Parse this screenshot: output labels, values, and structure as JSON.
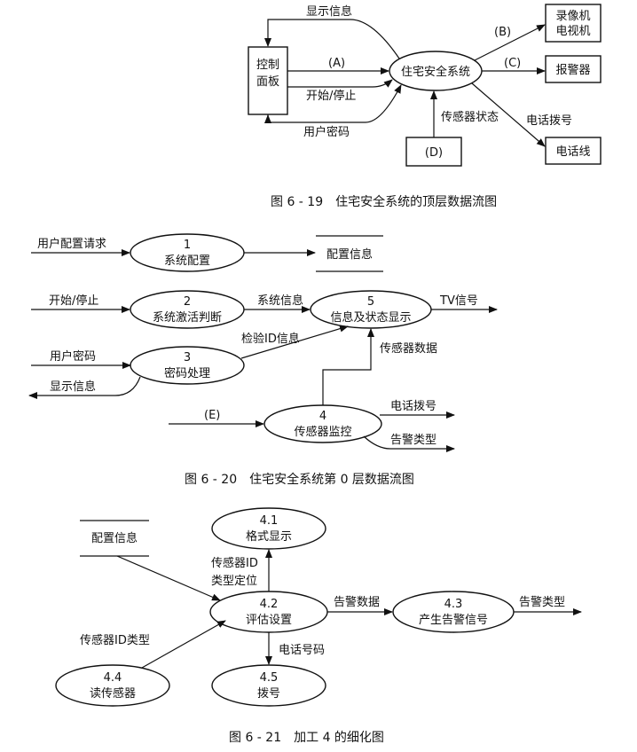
{
  "fig19": {
    "caption": "图 6 - 19　住宅安全系统的顶层数据流图",
    "center": "住宅安全系统",
    "control_panel": [
      "控制",
      "面板"
    ],
    "vcr_tv": [
      "录像机",
      "电视机"
    ],
    "alarm": "报警器",
    "phone_line": "电话线",
    "d_box": "(D)",
    "flow_display": "显示信息",
    "flow_a": "(A)",
    "flow_startstop": "开始/停止",
    "flow_password": "用户密码",
    "flow_b": "(B)",
    "flow_c": "(C)",
    "flow_sensor_state": "传感器状态",
    "flow_dial": "电话拨号"
  },
  "fig20": {
    "caption": "图 6 - 20　住宅安全系统第 0 层数据流图",
    "p1_num": "1",
    "p1_name": "系统配置",
    "p2_num": "2",
    "p2_name": "系统激活判断",
    "p3_num": "3",
    "p3_name": "密码处理",
    "p4_num": "4",
    "p4_name": "传感器监控",
    "p5_num": "5",
    "p5_name": "信息及状态显示",
    "store": "配置信息",
    "in_config_req": "用户配置请求",
    "in_startstop": "开始/停止",
    "flow_sysinfo": "系统信息",
    "out_tv": "TV信号",
    "flow_check_id": "检验ID信息",
    "flow_sensor_data": "传感器数据",
    "in_password": "用户密码",
    "out_display": "显示信息",
    "in_e": "(E)",
    "out_dial": "电话拨号",
    "out_alarm_type": "告警类型"
  },
  "fig21": {
    "caption": "图 6 - 21　加工 4 的细化图",
    "store": "配置信息",
    "p41_num": "4.1",
    "p41_name": "格式显示",
    "p42_num": "4.2",
    "p42_name": "评估设置",
    "p43_num": "4.3",
    "p43_name": "产生告警信号",
    "p44_num": "4.4",
    "p44_name": "读传感器",
    "p45_num": "4.5",
    "p45_name": "拨号",
    "flow_sensor_id": "传感器ID",
    "flow_type_loc": "类型定位",
    "flow_alarm_data": "告警数据",
    "out_alarm_type": "告警类型",
    "flow_sensor_id_type": "传感器ID类型",
    "flow_phone_no": "电话号码"
  }
}
